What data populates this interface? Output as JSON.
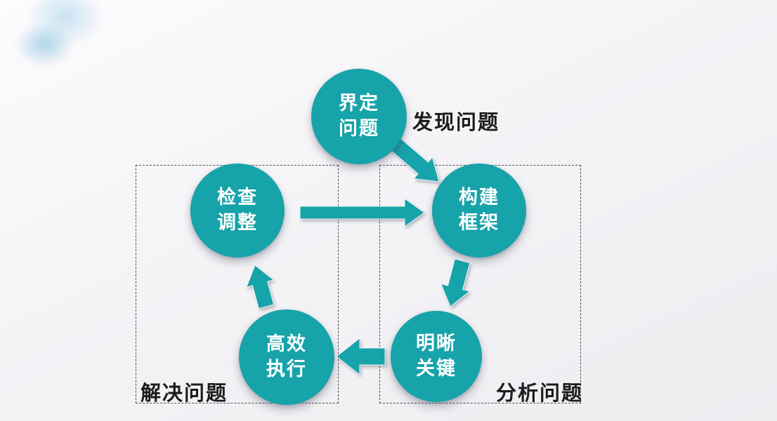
{
  "colors": {
    "node_fill": "#17a3aa",
    "arrow_fill": "#17a3aa",
    "node_text": "#ffffff",
    "label_text": "#1c1c1e",
    "dash_border": "#4d4d4d"
  },
  "diagram": {
    "nodes": [
      {
        "id": "define-problem",
        "lines": [
          "界定",
          "问题"
        ]
      },
      {
        "id": "build-framework",
        "lines": [
          "构建",
          "框架"
        ]
      },
      {
        "id": "clarify-key",
        "lines": [
          "明晰",
          "关键"
        ]
      },
      {
        "id": "efficient-execution",
        "lines": [
          "高效",
          "执行"
        ]
      },
      {
        "id": "check-adjust",
        "lines": [
          "检查",
          "调整"
        ]
      }
    ],
    "stage_labels": {
      "discover": "发现问题",
      "analyze": "分析问题",
      "solve": "解决问题"
    },
    "arrows": [
      {
        "name": "arrow-define-to-build",
        "from": "界定问题",
        "to": "构建框架"
      },
      {
        "name": "arrow-check-to-build",
        "from": "检查调整",
        "to": "构建框架"
      },
      {
        "name": "arrow-build-to-clarify",
        "from": "构建框架",
        "to": "明晰关键"
      },
      {
        "name": "arrow-clarify-to-execute",
        "from": "明晰关键",
        "to": "高效执行"
      },
      {
        "name": "arrow-execute-to-check",
        "from": "高效执行",
        "to": "检查调整"
      }
    ]
  }
}
